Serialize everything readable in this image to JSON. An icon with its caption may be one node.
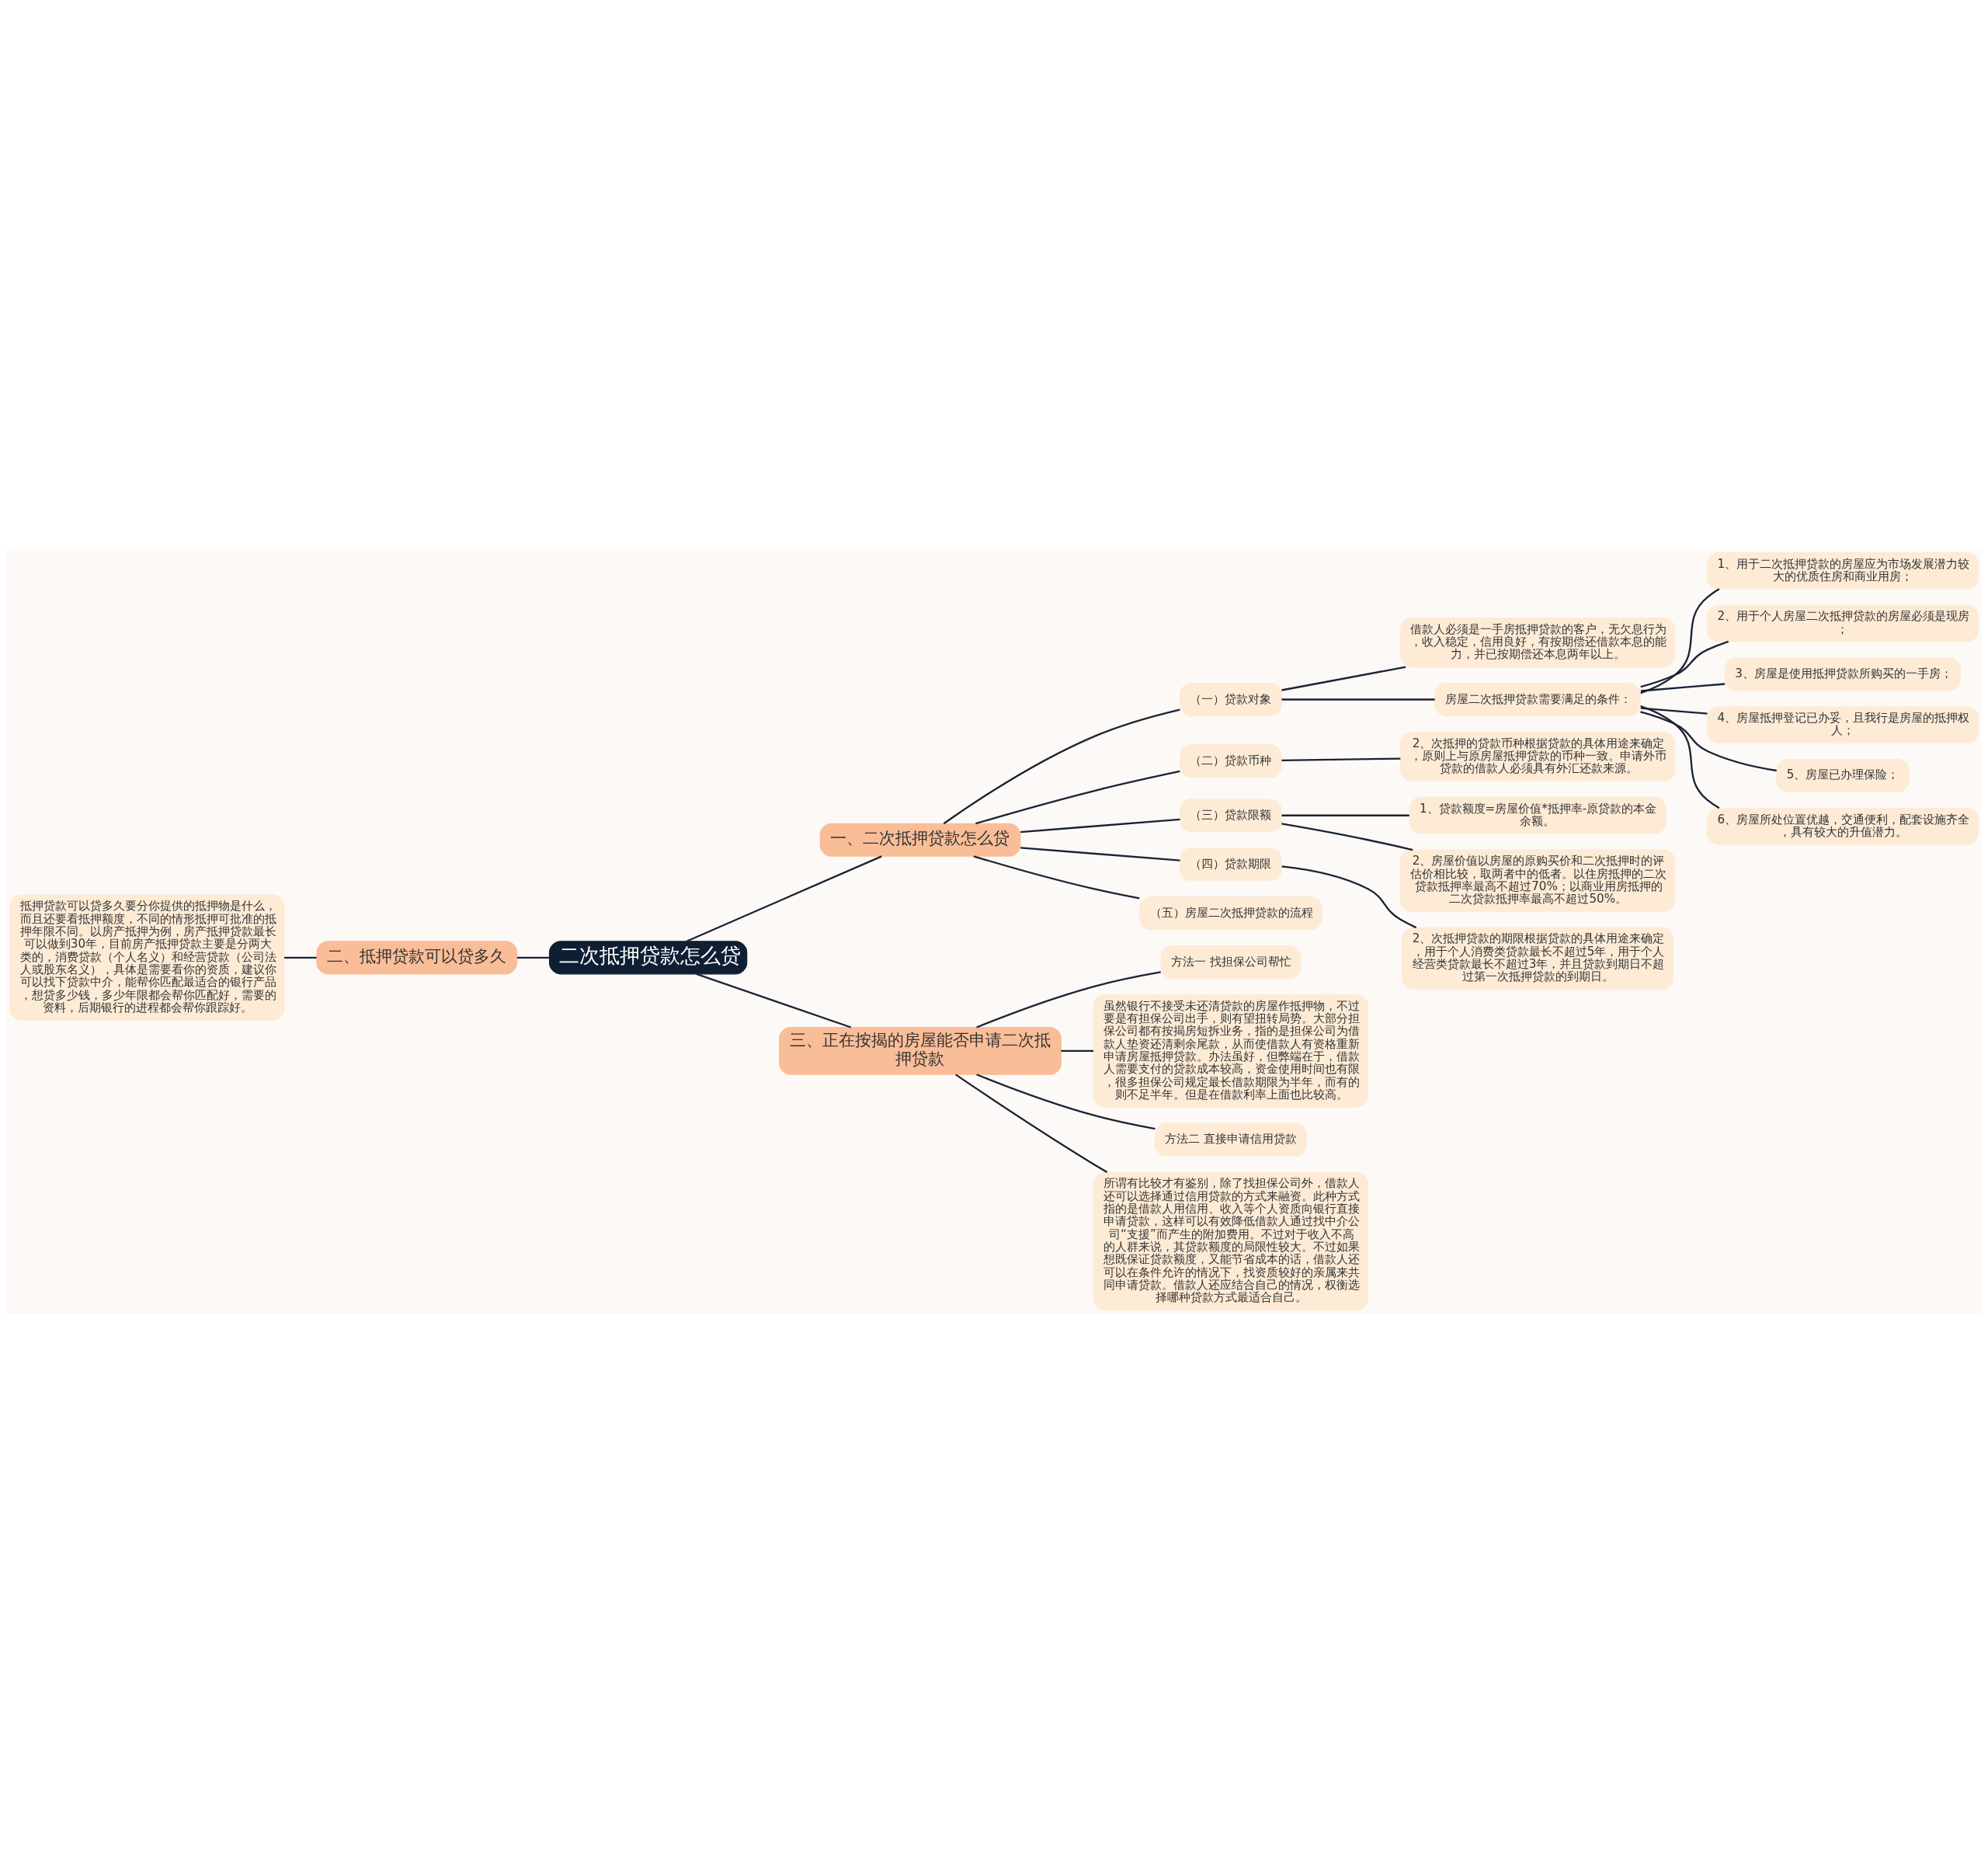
{
  "diagram": {
    "nodes": [
      {
        "text": [
          "二次抵押贷款怎么贷"
        ]
      },
      {
        "text": [
          "一、二次抵押贷款怎么贷"
        ]
      },
      {
        "text": [
          "（一）贷款对象"
        ]
      },
      {
        "text": [
          "借款人必须是一手房抵押贷款的客户，无欠息行为，收入稳定，信用良好，有按期偿还借款本息的能力，并已按期偿还本息两年以上。"
        ]
      },
      {
        "text": [
          "房屋二次抵押贷款需要满足的条件："
        ]
      },
      {
        "text": [
          "1、用于二次抵押贷款的房屋应为市场发展潜力较大的优质住房和商业用房；"
        ]
      },
      {
        "text": [
          "2、用于个人房屋二次抵押贷款的房屋必须是现房；"
        ]
      },
      {
        "text": [
          "3、房屋是使用抵押贷款所购买的一手房；"
        ]
      },
      {
        "text": [
          "4、房屋抵押登记已办妥，且我行是房屋的抵押权人；"
        ]
      },
      {
        "text": [
          "5、房屋已办理保险；"
        ]
      },
      {
        "text": [
          "6、房屋所处位置优越，交通便利，配套设施齐全，具有较大的升值潜力。"
        ]
      },
      {
        "text": [
          "（二）贷款币种"
        ]
      },
      {
        "text": [
          "2、次抵押的贷款币种根据贷款的具体用途来确定，原则上与原房屋抵押贷款的币种一致。申请外币贷款的借款人必须具有外汇还款来源。"
        ]
      },
      {
        "text": [
          "（三）贷款限额"
        ]
      },
      {
        "text": [
          "1、贷款额度=房屋价值*抵押率-原贷款的本金余额。"
        ]
      },
      {
        "text": [
          "2、房屋价值以房屋的原购买价和二次抵押时的评估价相比较，取两者中的低者。以住房抵押的二次贷款抵押率最高不超过70%；以商业用房抵押的二次贷款抵押率最高不超过50%。"
        ]
      },
      {
        "text": [
          "（四）贷款期限"
        ]
      },
      {
        "text": [
          "2、次抵押贷款的期限根据贷款的具体用途来确定，用于个人消费类贷款最长不超过5年，用于个人经营类贷款最长不超过3年，并且贷款到期日不超过第一次抵押贷款的到期日。"
        ]
      },
      {
        "text": [
          "（五）房屋二次抵押贷款的流程"
        ]
      },
      {
        "text": [
          "三、正在按揭的房屋能否申请二次抵押贷款"
        ]
      },
      {
        "text": [
          "方法一 找担保公司帮忙"
        ]
      },
      {
        "text": [
          "虽然银行不接受未还清贷款的房屋作抵押物，不过要是有担保公司出手，则有望扭转局势。大部分担保公司都有按揭房短拆业务，指的是担保公司为借款人垫资还清剩余尾款，从而使借款人有资格重新申请房屋抵押贷款。办法虽好，但弊端在于，借款人需要支付的贷款成本较高，资金使用时间也有限，很多担保公司规定最长借款期限为半年，而有的则不足半年。但是在借款利率上面也比较高。"
        ]
      },
      {
        "text": [
          "方法二 直接申请信用贷款"
        ]
      },
      {
        "text": [
          "所谓有比较才有鉴别，除了找担保公司外，借款人还可以选择通过信用贷款的方式来融资。此种方式指的是借款人用信用、收入等个人资质向银行直接申请贷款，这样可以有效降低借款人通过找中介公司“支援”而产生的附加费用。不过对于收入不高的人群来说，其贷款额度的局限性较大。不过如果想既保证贷款额度，又能节省成本的话，借款人还可以在条件允许的情况下，找资质较好的亲属来共同申请贷款。借款人还应结合自己的情况，权衡选择哪种贷款方式最适合自己。"
        ]
      },
      {
        "text": [
          "二、抵押贷款可以贷多久"
        ]
      },
      {
        "text": [
          "抵押贷款可以贷多久要分你提供的抵押物是什么，而且还要看抵押额度，不同的情形抵押可批准的抵押年限不同。以房产抵押为例，房产抵押贷款最长可以做到30年，目前房产抵押贷款主要是分两大类的，消费贷款（个人名义）和经营贷款（公司法人或股东名义），具体是需要看你的资质，建议你可以找下贷款中介，能帮你匹配最适合的银行产品，想贷多少钱，多少年限都会帮你匹配好，需要的资料，后期银行的进程都会帮你跟踪好。"
        ]
      }
    ],
    "edges": [
      {
        "from": 0,
        "to": 1,
        "arrow": "none"
      },
      {
        "from": 1,
        "to": 2,
        "arrow": "none"
      },
      {
        "from": 2,
        "to": 3,
        "arrow": "none"
      },
      {
        "from": 2,
        "to": 4,
        "arrow": "none"
      },
      {
        "from": 4,
        "to": 5,
        "arrow": "none"
      },
      {
        "from": 4,
        "to": 6,
        "arrow": "none"
      },
      {
        "from": 4,
        "to": 7,
        "arrow": "none"
      },
      {
        "from": 4,
        "to": 8,
        "arrow": "none"
      },
      {
        "from": 4,
        "to": 9,
        "arrow": "none"
      },
      {
        "from": 4,
        "to": 10,
        "arrow": "none"
      },
      {
        "from": 1,
        "to": 11,
        "arrow": "none"
      },
      {
        "from": 11,
        "to": 12,
        "arrow": "none"
      },
      {
        "from": 1,
        "to": 13,
        "arrow": "none"
      },
      {
        "from": 13,
        "to": 14,
        "arrow": "none"
      },
      {
        "from": 13,
        "to": 15,
        "arrow": "none"
      },
      {
        "from": 1,
        "to": 16,
        "arrow": "none"
      },
      {
        "from": 16,
        "to": 17,
        "arrow": "none"
      },
      {
        "from": 1,
        "to": 18,
        "arrow": "none"
      },
      {
        "from": 0,
        "to": 19,
        "arrow": "none"
      },
      {
        "from": 19,
        "to": 20,
        "arrow": "none"
      },
      {
        "from": 19,
        "to": 21,
        "arrow": "none"
      },
      {
        "from": 19,
        "to": 22,
        "arrow": "none"
      },
      {
        "from": 19,
        "to": 23,
        "arrow": "none"
      },
      {
        "from": 25,
        "to": 24,
        "arrow": "none"
      },
      {
        "from": 24,
        "to": 0,
        "arrow": "none"
      }
    ]
  }
}
